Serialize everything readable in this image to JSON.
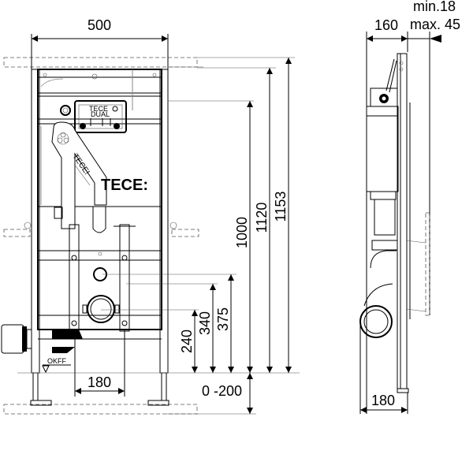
{
  "drawing": {
    "title": "TECE installation frame dimension drawing",
    "brand_label": "TECE:",
    "pipe_brand_label": "TECE!",
    "floor_reference_label": "OKFF",
    "control_panel_label_line1": "TECE",
    "control_panel_label_line2": "DUAL"
  },
  "front_view": {
    "width_dimension": "500",
    "drain_spacing_dimension": "180",
    "floor_adjust_dimension": "0 -200",
    "height_dimensions": [
      {
        "id": "240",
        "label": "240"
      },
      {
        "id": "340",
        "label": "340"
      },
      {
        "id": "375",
        "label": "375"
      },
      {
        "id": "1000",
        "label": "1000"
      },
      {
        "id": "1120",
        "label": "1120"
      },
      {
        "id": "1153",
        "label": "1153"
      }
    ]
  },
  "side_view": {
    "depth_dimension": "160",
    "wall_thickness_min": "min.18",
    "wall_thickness_max": "max. 45",
    "bottom_depth_dimension": "180"
  }
}
